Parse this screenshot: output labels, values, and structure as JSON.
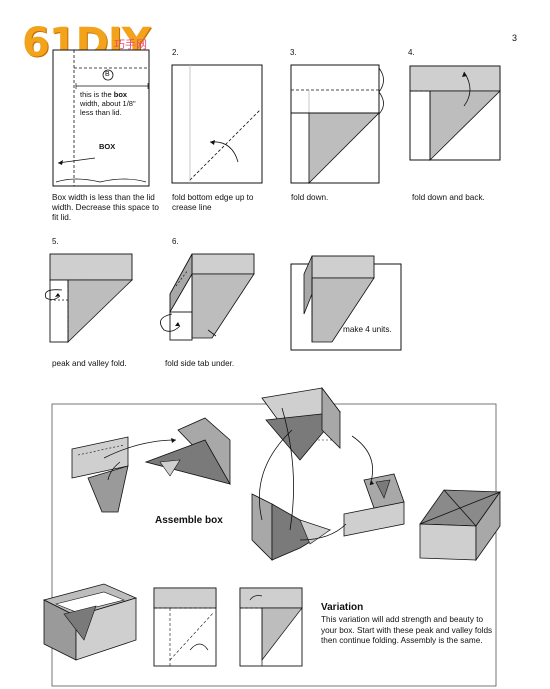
{
  "logo": {
    "text": "61DIY",
    "sub": "巧手网"
  },
  "page_number": "3",
  "steps": [
    {
      "num": "",
      "caption": "Box width is less than the lid width. Decrease this space to fit lid."
    },
    {
      "num": "2.",
      "caption": "fold bottom edge up to crease line"
    },
    {
      "num": "3.",
      "caption": "fold down."
    },
    {
      "num": "4.",
      "caption": "fold down and back."
    },
    {
      "num": "5.",
      "caption": "peak and valley fold."
    },
    {
      "num": "6.",
      "caption": "fold side tab under."
    },
    {
      "num": "",
      "caption": "make 4 units."
    }
  ],
  "step1_note": {
    "circle_label": "B",
    "line1_a": "this is the ",
    "line1_b": "box",
    "line2": "width, about 1/8\"",
    "line3": "less than lid.",
    "center_label": "BOX"
  },
  "assembly": {
    "label": "Assemble box"
  },
  "variation": {
    "title": "Variation",
    "body": "This variation will add strength and beauty to your box. Start with these peak and valley folds then continue folding.  Assembly is the same."
  },
  "colors": {
    "light_gray": "#d6d6d6",
    "mid_gray": "#a8a8a8",
    "dark_gray": "#7a7a7a",
    "line": "#111111"
  }
}
